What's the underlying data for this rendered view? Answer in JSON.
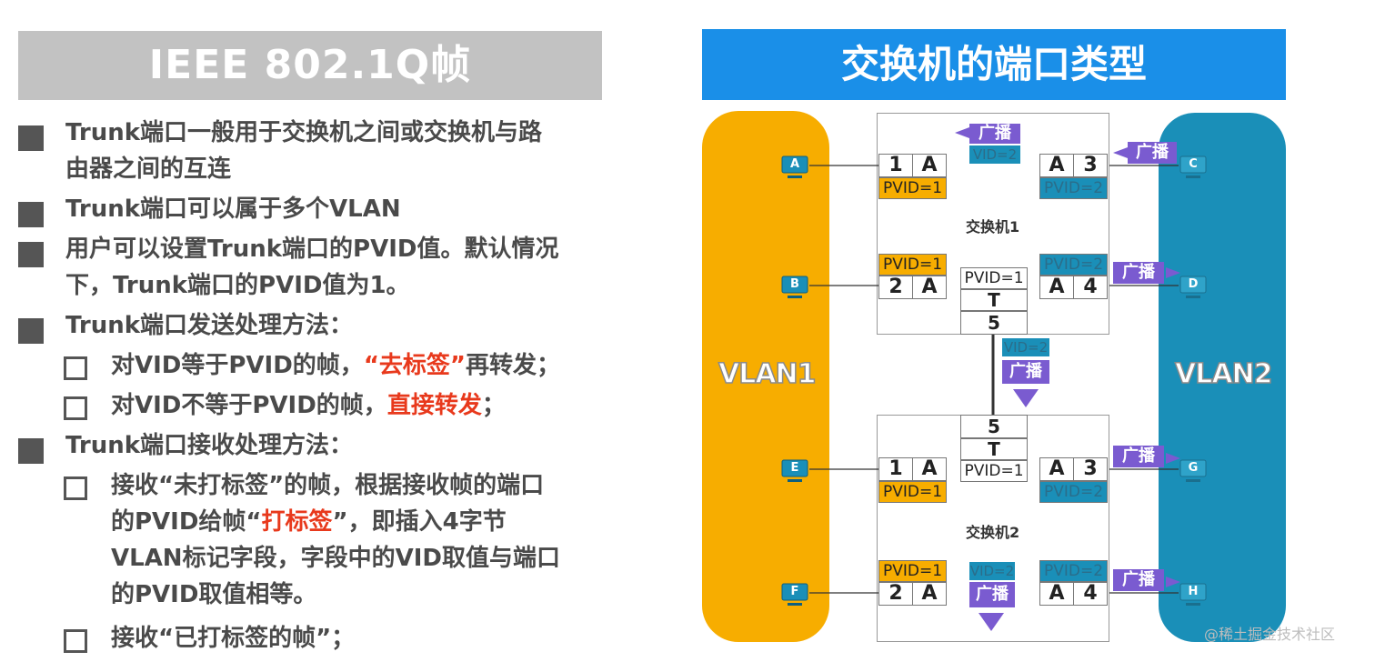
{
  "left_panel": {
    "header": "IEEE 802.1Q帧",
    "b1_line1": "Trunk端口一般用于交换机之间或交换机与路",
    "b1_line2": "由器之间的互连",
    "b2": "Trunk端口可以属于多个VLAN",
    "b3_line1": "用户可以设置Trunk端口的PVID值。默认情况",
    "b3_line2": "下，Trunk端口的PVID值为1。",
    "b4": "Trunk端口发送处理方法：",
    "s41_a": "对VID等于PVID的帧，",
    "s41_red": "“去标签”",
    "s41_b": "再转发；",
    "s42_a": "对VID不等于PVID的帧，",
    "s42_red": "直接转发",
    "s42_b": "；",
    "b5": "Trunk端口接收处理方法：",
    "s51_l1": "接收“未打标签”的帧，根据接收帧的端口",
    "s51_l2a": "的PVID给帧“",
    "s51_l2red": "打标签",
    "s51_l2b": "”，即插入4字节",
    "s51_l3": "VLAN标记字段，字段中的VID取值与端口",
    "s51_l4": "的PVID取值相等。",
    "s52": "接收“已打标签的帧”；"
  },
  "right_panel": {
    "header": "交换机的端口类型",
    "vlan1": "VLAN1",
    "vlan2": "VLAN2",
    "switch1": "交换机1",
    "switch2": "交换机2",
    "pc_a": "A",
    "pc_b": "B",
    "pc_c": "C",
    "pc_d": "D",
    "pc_e": "E",
    "pc_f": "F",
    "pc_g": "G",
    "pc_h": "H",
    "broadcast": "广播",
    "vid2": "VID=2",
    "s1_p1_num": "1",
    "s1_p1_let": "A",
    "s1_p1_pvid": "PVID=1",
    "s1_p3_let": "A",
    "s1_p3_num": "3",
    "s1_p3_pvid": "PVID=2",
    "s1_p2_pvid": "PVID=1",
    "s1_p2_num": "2",
    "s1_p2_let": "A",
    "s1_p4_pvid": "PVID=2",
    "s1_p4_let": "A",
    "s1_p4_num": "4",
    "s1_p5_pvid": "PVID=1",
    "s1_p5_type": "T",
    "s1_p5_num": "5",
    "s2_p5_num": "5",
    "s2_p5_type": "T",
    "s2_p5_pvid": "PVID=1",
    "s2_p1_num": "1",
    "s2_p1_let": "A",
    "s2_p1_pvid": "PVID=1",
    "s2_p3_let": "A",
    "s2_p3_num": "3",
    "s2_p3_pvid": "PVID=2",
    "s2_p2_pvid": "PVID=1",
    "s2_p2_num": "2",
    "s2_p2_let": "A",
    "s2_p4_pvid": "PVID=2",
    "s2_p4_let": "A",
    "s2_p4_num": "4"
  },
  "watermark": "@稀土掘金技术社区",
  "colors": {
    "left_header_bg": "#c2c2c2",
    "right_header_bg": "#1a8fe8",
    "vlan1": "#f7ad00",
    "vlan2": "#1a8fb8",
    "broadcast": "#7a5bd0",
    "highlight_red": "#e8391c"
  }
}
